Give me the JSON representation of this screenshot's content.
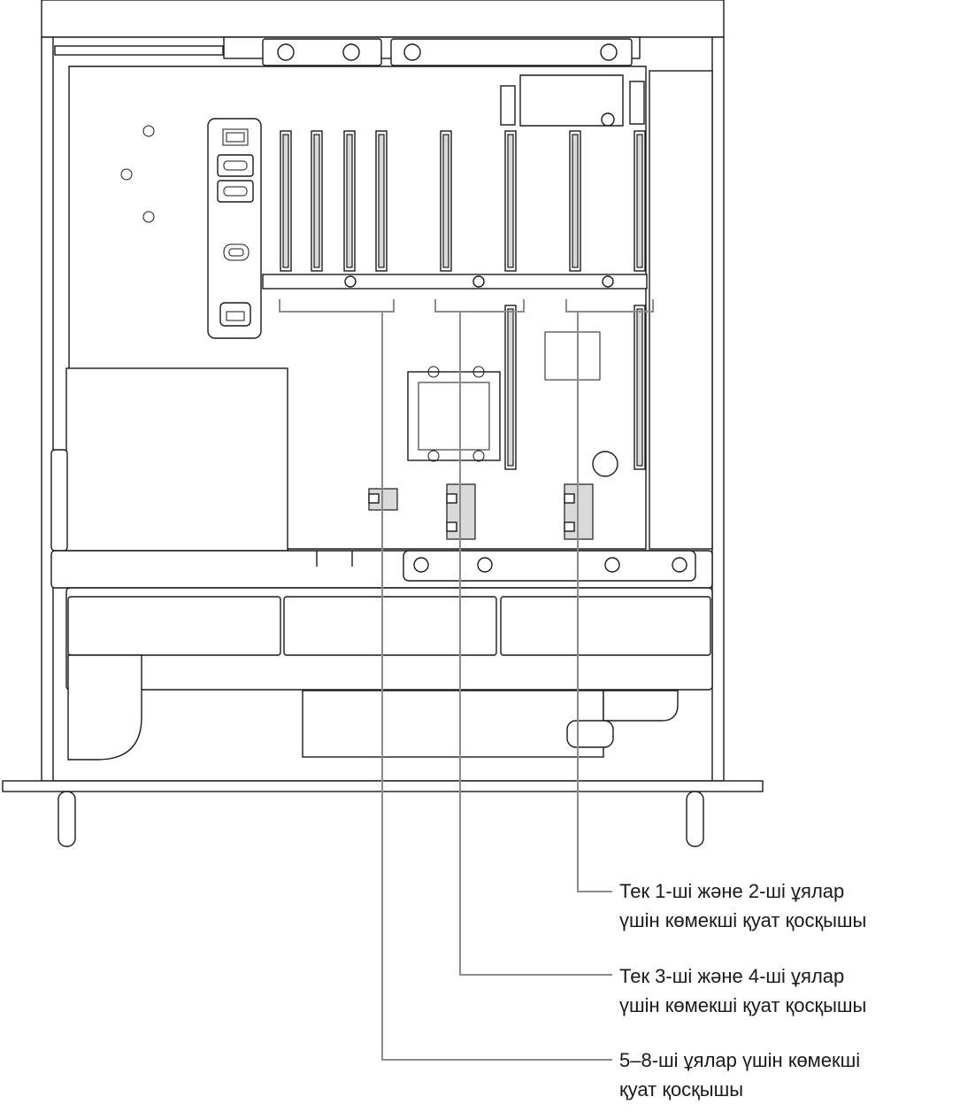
{
  "callouts": [
    {
      "id": "slots-1-2",
      "line1": "Тек 1-ші және 2-ші ұялар",
      "line2": "үшін көмекші қуат қосқышы"
    },
    {
      "id": "slots-3-4",
      "line1": "Тек 3-ші және 4-ші ұялар",
      "line2": "үшін көмекші қуат қосқышы"
    },
    {
      "id": "slots-5-8",
      "line1": "5–8-ші ұялар үшін көмекші",
      "line2": "қуат қосқышы"
    }
  ],
  "colors": {
    "outline": "#1a1a1a",
    "connector_fill": "#d9d9d9",
    "callout_line": "#8c8c8c"
  }
}
